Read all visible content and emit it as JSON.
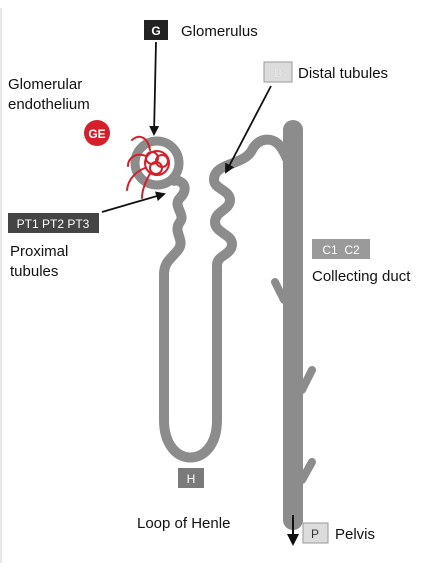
{
  "colors": {
    "tubule": "#8c8c8c",
    "vessel": "#d3202a",
    "dark_box": "#222222",
    "gray_box": "#9a9a9a",
    "light_box": "#dcdcdc"
  },
  "labels": {
    "glomerulus": {
      "code": "G",
      "text": "Glomerulus"
    },
    "glomerular_endothelium": {
      "code": "GE",
      "line1": "Glomerular",
      "line2": "endothelium"
    },
    "distal_tubules": {
      "code": "D",
      "text": "Distal tubules"
    },
    "proximal_tubules": {
      "code": "PT1 PT2 PT3",
      "line1": "Proximal",
      "line2": "tubules"
    },
    "collecting_duct": {
      "code": "C1  C2",
      "text": "Collecting duct"
    },
    "loop_of_henle": {
      "code": "H",
      "text": "Loop of Henle"
    },
    "pelvis": {
      "code": "P",
      "text": "Pelvis"
    }
  },
  "icons": {
    "arrow": "arrow-icon",
    "glomerulus": "capillary-tuft-icon"
  }
}
